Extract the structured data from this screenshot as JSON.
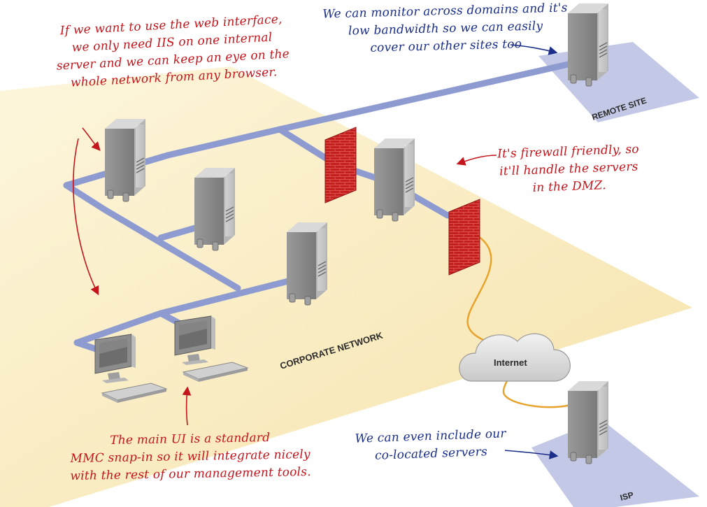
{
  "labels": {
    "remote_site": "REMOTE SITE",
    "corporate_network": "CORPORATE NETWORK",
    "internet": "Internet",
    "isp": "ISP"
  },
  "notes": {
    "web_interface": [
      "If we want to use the web interface,",
      "we only need IIS on one internal",
      "server and we can keep an eye on the",
      "whole network from any browser."
    ],
    "monitor_domains": [
      "We can monitor across domains and it's",
      "low bandwidth so we can easily",
      "cover our other sites too"
    ],
    "firewall": [
      "It's firewall friendly, so",
      "it'll handle the servers",
      "in the DMZ."
    ],
    "mmc": [
      "The main UI is a standard",
      "MMC snap-in so it will integrate nicely",
      "with the rest of our management tools."
    ],
    "colocated": [
      "We can even include our",
      "co-located servers"
    ]
  },
  "colors": {
    "annotation_red": "#c4151c",
    "annotation_blue": "#1b2f8a",
    "network_cable": "#8e9bd0",
    "firewall_brick": "#c41f1f",
    "wan_cable": "#e8a32c",
    "corporate_zone": "#fbf1cf",
    "site_pad": "#c3c8e6"
  },
  "icons": [
    "server-icon",
    "firewall-icon",
    "monitor-icon",
    "keyboard-icon",
    "cloud-icon",
    "arrow-icon"
  ]
}
